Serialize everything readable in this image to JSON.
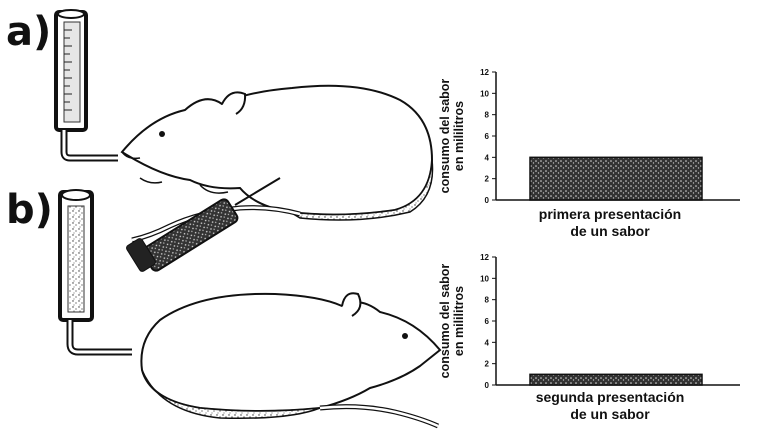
{
  "labels": {
    "panel_a": "a)",
    "panel_b": "b)"
  },
  "chart_data": [
    {
      "type": "bar",
      "categories": [
        "primera presentación de un sabor"
      ],
      "values": [
        4
      ],
      "ylabel": "consumo del sabor en mililitros",
      "ylabel_lines": [
        "consumo del sabor",
        "en mililitros"
      ],
      "xlabel_lines": [
        "primera presentación",
        "de un sabor"
      ],
      "ylim": [
        0,
        12
      ],
      "yticks": [
        0,
        2,
        4,
        6,
        8,
        10,
        12
      ]
    },
    {
      "type": "bar",
      "categories": [
        "segunda presentación de un sabor"
      ],
      "values": [
        1
      ],
      "ylabel": "consumo del sabor en mililitros",
      "ylabel_lines": [
        "consumo del sabor",
        "en mililitros"
      ],
      "xlabel_lines": [
        "segunda presentación",
        "de un sabor"
      ],
      "ylim": [
        0,
        12
      ],
      "yticks": [
        0,
        2,
        4,
        6,
        8,
        10,
        12
      ]
    }
  ]
}
